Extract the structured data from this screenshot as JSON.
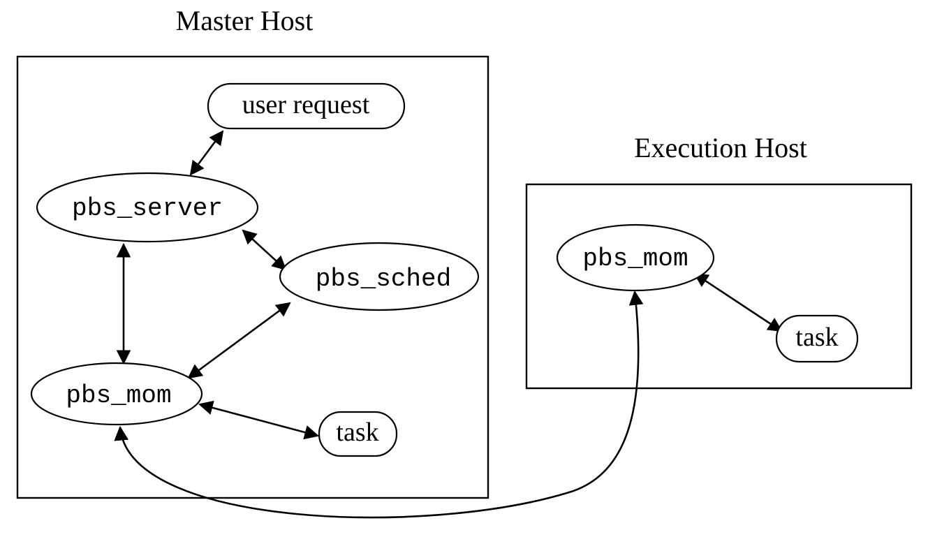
{
  "hosts": {
    "master": {
      "title": "Master Host"
    },
    "execution": {
      "title": "Execution Host"
    }
  },
  "nodes": {
    "user_request": "user request",
    "pbs_server": "pbs_server",
    "pbs_sched": "pbs_sched",
    "master_pbs_mom": "pbs_mom",
    "master_task": "task",
    "execution_pbs_mom": "pbs_mom",
    "execution_task": "task"
  },
  "colors": {
    "stroke": "#000000",
    "background": "#ffffff"
  }
}
